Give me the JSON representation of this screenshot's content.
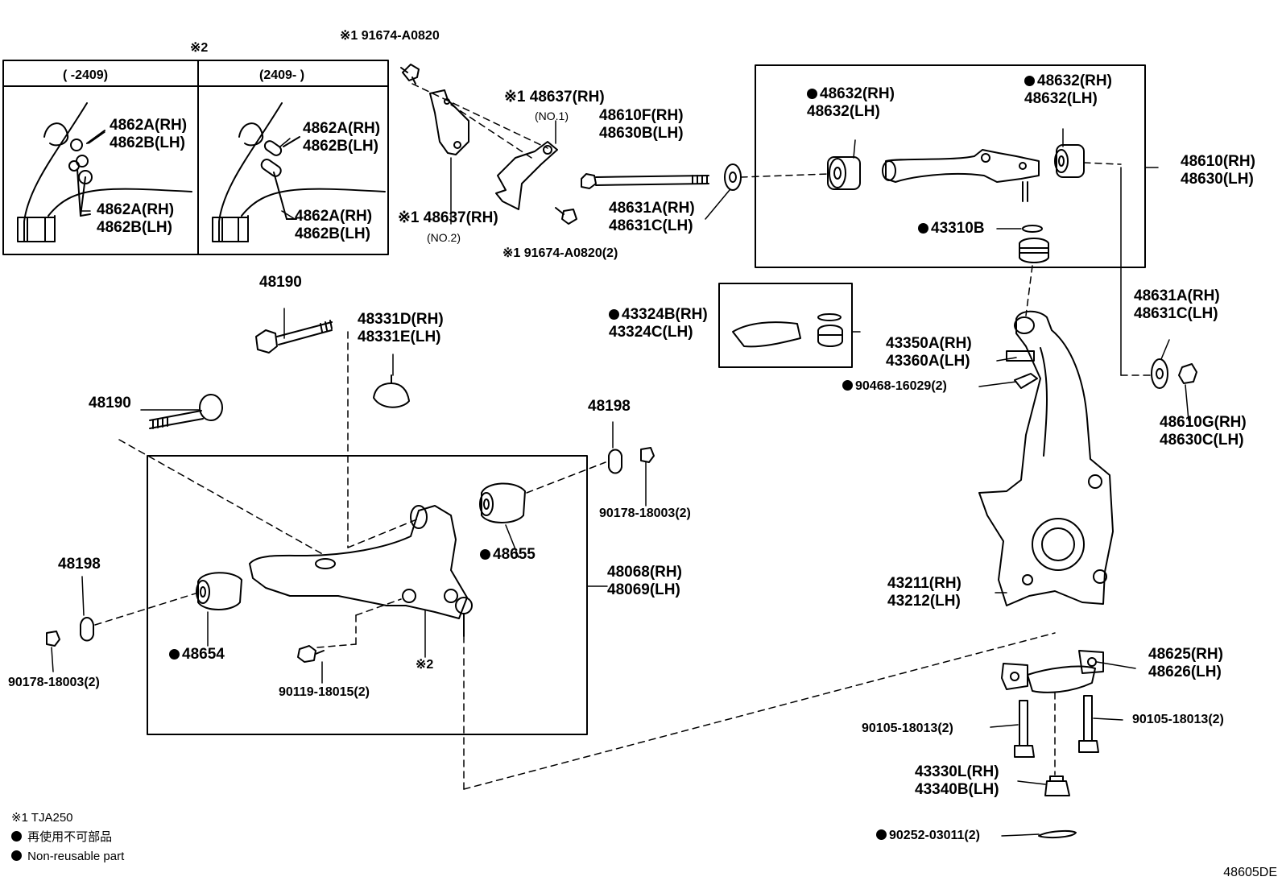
{
  "inset": {
    "marker": "※2",
    "col1_header": "(      -2409)",
    "col2_header": "(2409-      )",
    "col1_label_a": "4862A(RH)\n4862B(LH)",
    "col1_label_b": "4862A(RH)\n4862B(LH)",
    "col2_label_a": "4862A(RH)\n4862B(LH)",
    "col2_label_b": "4862A(RH)\n4862B(LH)"
  },
  "callouts": {
    "c_91674_top": "※1 91674-A0820",
    "c_48637_no1_a": "※1 48637(RH)",
    "c_48637_no1_b": "(NO.1)",
    "c_48610F": "48610F(RH)\n48630B(LH)",
    "c_48637_no2_a": "※1 48637(RH)",
    "c_48637_no2_b": "(NO.2)",
    "c_48631A_top": "48631A(RH)\n48631C(LH)",
    "c_91674_bottom": "※1 91674-A0820(2)",
    "c_48632_left": "48632(RH)\n48632(LH)",
    "c_48632_right": "48632(RH)\n48632(LH)",
    "c_48610_right": "48610(RH)\n48630(LH)",
    "c_43310B": "43310B",
    "c_48190_top": "48190",
    "c_48331": "48331D(RH)\n48331E(LH)",
    "c_43324": "43324B(RH)\n43324C(LH)",
    "c_43350": "43350A(RH)\n43360A(LH)",
    "c_90468": "90468-16029(2)",
    "c_48631A_right": "48631A(RH)\n48631C(LH)",
    "c_48610G": "48610G(RH)\n48630C(LH)",
    "c_48190_left": "48190",
    "c_48198_top": "48198",
    "c_90178_right": "90178-18003(2)",
    "c_48655": "48655",
    "c_48068": "48068(RH)\n48069(LH)",
    "c_48198_left": "48198",
    "c_48654": "48654",
    "c_90178_left": "90178-18003(2)",
    "c_90119": "90119-18015(2)",
    "c_mark2": "※2",
    "c_43211": "43211(RH)\n43212(LH)",
    "c_48625": "48625(RH)\n48626(LH)",
    "c_90105_left": "90105-18013(2)",
    "c_90105_right": "90105-18013(2)",
    "c_43330L": "43330L(RH)\n43340B(LH)",
    "c_90252": "90252-03011(2)"
  },
  "legend": {
    "note1": "※1   TJA250",
    "note2_jp": "再使用不可部品",
    "note2_en": "Non-reusable part"
  },
  "diagram_code": "48605DE"
}
